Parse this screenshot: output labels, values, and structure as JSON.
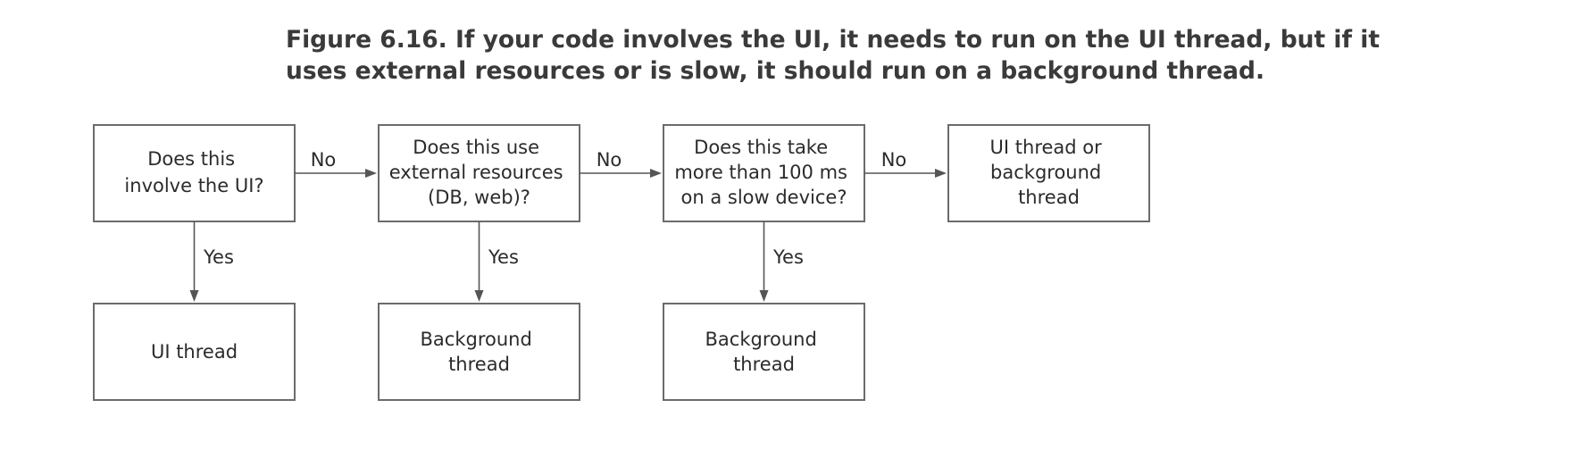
{
  "figure": {
    "caption": "Figure 6.16. If your code involves the UI, it needs to run on the UI thread, but if it uses external resources or is slow, it should run on a background thread."
  },
  "nodes": {
    "q_ui": {
      "lines": [
        "Does this",
        "involve the UI?"
      ]
    },
    "q_external": {
      "lines": [
        "Does this use",
        "external resources",
        "(DB, web)?"
      ]
    },
    "q_slow": {
      "lines": [
        "Does this take",
        "more than 100 ms",
        "on a slow device?"
      ]
    },
    "r_either": {
      "lines": [
        "UI thread or",
        "background",
        "thread"
      ]
    },
    "r_ui": {
      "lines": [
        "UI thread"
      ]
    },
    "r_bg_1": {
      "lines": [
        "Background",
        "thread"
      ]
    },
    "r_bg_2": {
      "lines": [
        "Background",
        "thread"
      ]
    }
  },
  "edges": [
    {
      "from": "q_ui",
      "to": "q_external",
      "label": "No"
    },
    {
      "from": "q_external",
      "to": "q_slow",
      "label": "No"
    },
    {
      "from": "q_slow",
      "to": "r_either",
      "label": "No"
    },
    {
      "from": "q_ui",
      "to": "r_ui",
      "label": "Yes"
    },
    {
      "from": "q_external",
      "to": "r_bg_1",
      "label": "Yes"
    },
    {
      "from": "q_slow",
      "to": "r_bg_2",
      "label": "Yes"
    }
  ]
}
